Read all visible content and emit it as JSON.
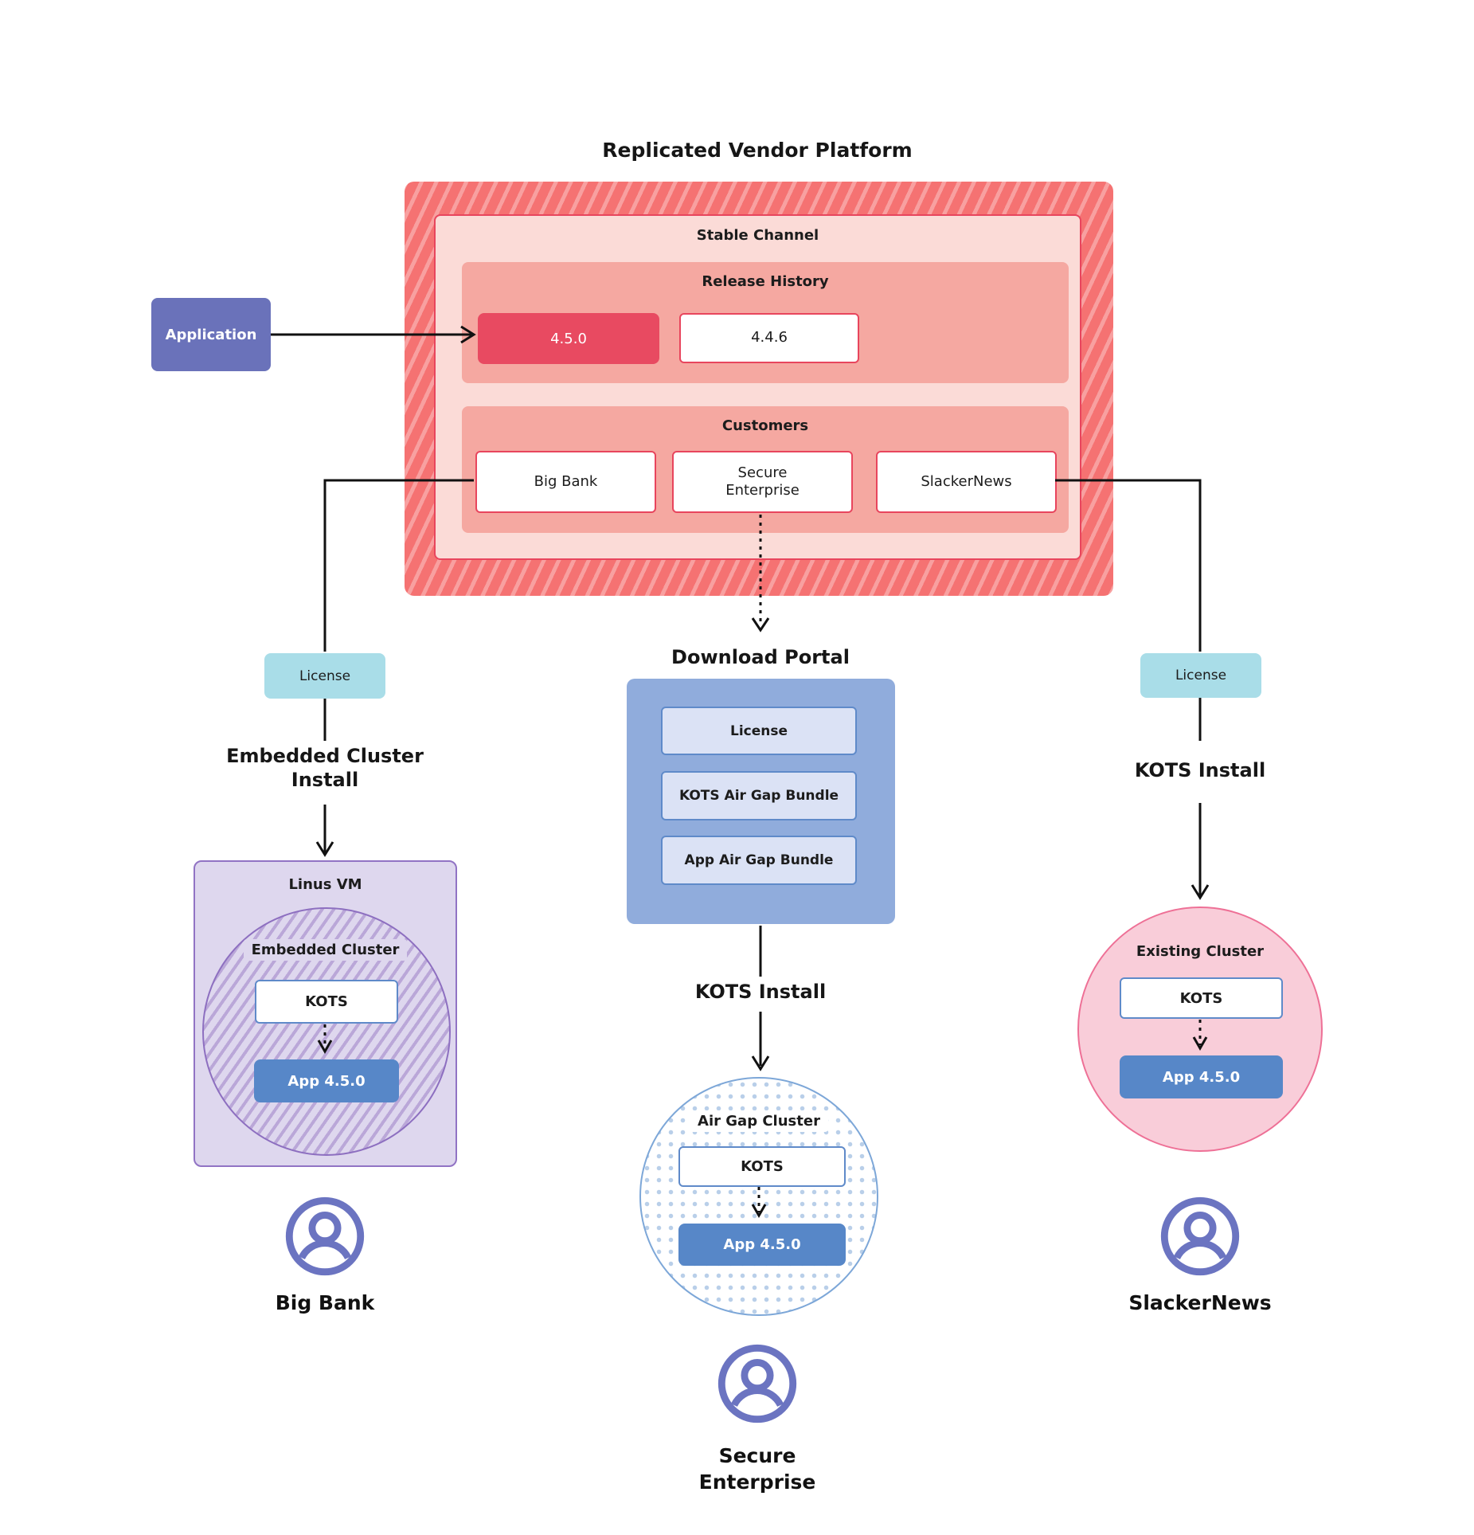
{
  "title": "Replicated Vendor Platform",
  "application": {
    "label": "Application"
  },
  "platform": {
    "stable_channel_label": "Stable Channel",
    "release_history": {
      "label": "Release History",
      "current": "4.5.0",
      "previous": "4.4.6"
    },
    "customers": {
      "label": "Customers",
      "big_bank": "Big Bank",
      "secure_enterprise": "Secure Enterprise",
      "slackernews": "SlackerNews"
    }
  },
  "big_bank_flow": {
    "license": "License",
    "install": "Embedded Cluster Install",
    "vm_label": "Linus VM",
    "cluster_label": "Embedded Cluster",
    "kots": "KOTS",
    "app": "App 4.5.0",
    "customer": "Big Bank"
  },
  "secure_enterprise_flow": {
    "portal_title": "Download Portal",
    "license": "License",
    "kots_bundle": "KOTS Air Gap Bundle",
    "app_bundle": "App Air Gap Bundle",
    "install": "KOTS Install",
    "cluster_label": "Air Gap Cluster",
    "kots": "KOTS",
    "app": "App 4.5.0",
    "customer": "Secure Enterprise"
  },
  "slackernews_flow": {
    "license": "License",
    "install": "KOTS Install",
    "cluster_label": "Existing Cluster",
    "kots": "KOTS",
    "app": "App 4.5.0",
    "customer": "SlackerNews"
  },
  "colors": {
    "platform_border_red": "#e8455d",
    "hatch_red": "#f57272",
    "stable_pink": "#fbdbd7",
    "section_pink": "#f5a8a1",
    "release_highlight": "#e84a61",
    "application_purple": "#6a72ba",
    "license_teal": "#a9dde8",
    "portal_blue": "#90acdc",
    "portal_item_blue": "#dbe2f5",
    "app_blue": "#5787c8",
    "vm_purple": "#ded7ee",
    "vm_border_purple": "#9173c4",
    "airgap_border_blue": "#7da7d8",
    "existing_pink": "#f9cdd9",
    "existing_border_pink": "#ee7096",
    "user_icon_purple": "#6b74c1"
  }
}
